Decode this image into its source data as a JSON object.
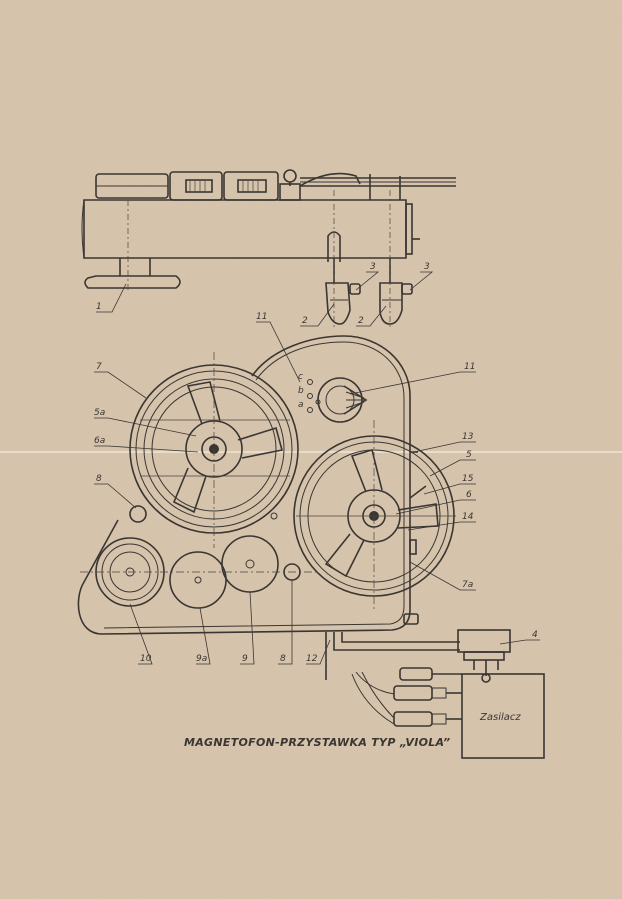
{
  "caption": "MAGNETOFON-PRZYSTAWKA TYP „VIOLA”",
  "power_supply_label": "Zasilacz",
  "selector_positions": [
    "c",
    "b",
    "a"
  ],
  "part_numbers": {
    "n1": "1",
    "n2a": "2",
    "n2b": "2",
    "n3a": "3",
    "n3b": "3",
    "n4": "4",
    "n5": "5",
    "n5a": "5a",
    "n6": "6",
    "n6a": "6a",
    "n7": "7",
    "n7a": "7a",
    "n8a": "8",
    "n8b": "8",
    "n9": "9",
    "n9a": "9a",
    "n10": "10",
    "n11a": "11",
    "n11b": "11",
    "n12": "12",
    "n13": "13",
    "n14": "14",
    "n15": "15"
  },
  "colors": {
    "paper": "#d9c6ae",
    "ink": "#3a3632"
  }
}
